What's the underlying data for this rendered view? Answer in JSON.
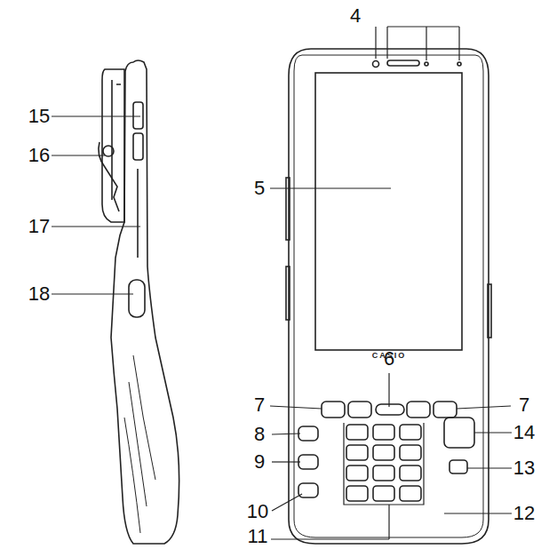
{
  "diagram": {
    "labels": [
      "4",
      "15",
      "16",
      "17",
      "18",
      "5",
      "6",
      "7",
      "7",
      "8",
      "9",
      "10",
      "11",
      "12",
      "13",
      "14",
      "CASIO"
    ]
  }
}
